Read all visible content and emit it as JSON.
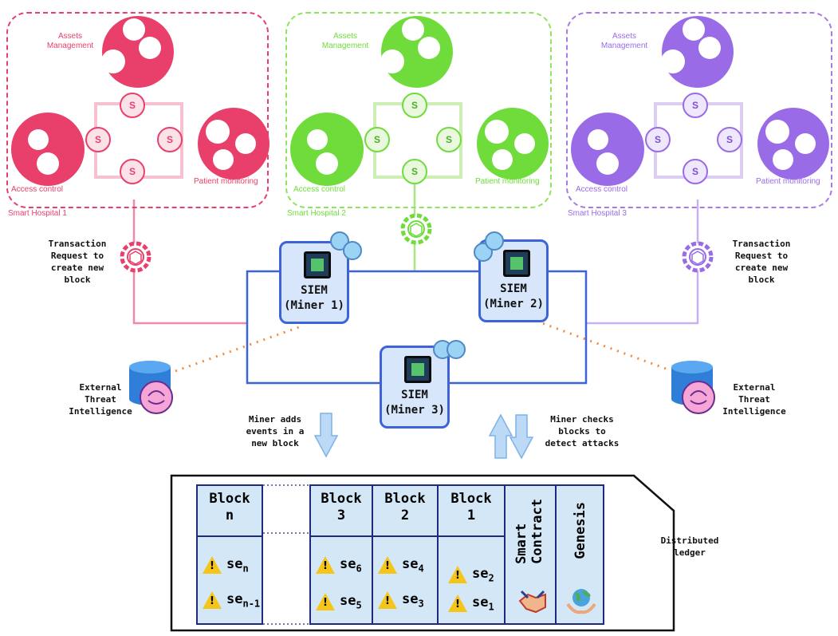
{
  "hospitals": [
    {
      "name": "Smart Hospital 1",
      "assets": "Assets\nManagement",
      "access": "Access control",
      "patient": "Patient monitoring",
      "color": "#e8406b"
    },
    {
      "name": "Smart Hospital 2",
      "assets": "Assets\nManagement",
      "access": "Access control",
      "patient": "Patient monitoring",
      "color": "#6fdc3c"
    },
    {
      "name": "Smart Hospital 3",
      "assets": "Assets\nManagement",
      "access": "Access control",
      "patient": "Patient monitoring",
      "color": "#9a6be6"
    }
  ],
  "miners": [
    {
      "title": "SIEM\n(Miner 1)"
    },
    {
      "title": "SIEM\n(Miner 2)"
    },
    {
      "title": "SIEM\n(Miner 3)"
    }
  ],
  "labels": {
    "tx_left": "Transaction\nRequest to\ncreate new\nblock",
    "tx_right": "Transaction\nRequest to\ncreate new\nblock",
    "threat_left": "External\nThreat\nIntelligence",
    "threat_right": "External\nThreat\nIntelligence",
    "miner_adds": "Miner adds\nevents in a\nnew block",
    "miner_checks": "Miner checks\nblocks to\ndetect attacks",
    "ledger": "Distributed\nledger",
    "smart_contract": "Smart\nContract",
    "genesis": "Genesis"
  },
  "blocks": [
    {
      "head": "Block\nn",
      "e1": "se",
      "s1": "n",
      "e2": "se",
      "s2": "n-1"
    },
    {
      "head": "Block\n3",
      "e1": "se",
      "s1": "6",
      "e2": "se",
      "s2": "5"
    },
    {
      "head": "Block\n2",
      "e1": "se",
      "s1": "4",
      "e2": "se",
      "s2": "3"
    },
    {
      "head": "Block\n1",
      "e1": "se",
      "s1": "2",
      "e2": "se",
      "s2": "1"
    }
  ],
  "icons": [
    "hospital-cluster-icon",
    "shield-s-icon",
    "gear-cube-icon",
    "cpu-chip-icon",
    "database-brain-icon",
    "arrow-down-icon",
    "warning-icon",
    "handshake-icon",
    "earth-hands-icon"
  ]
}
